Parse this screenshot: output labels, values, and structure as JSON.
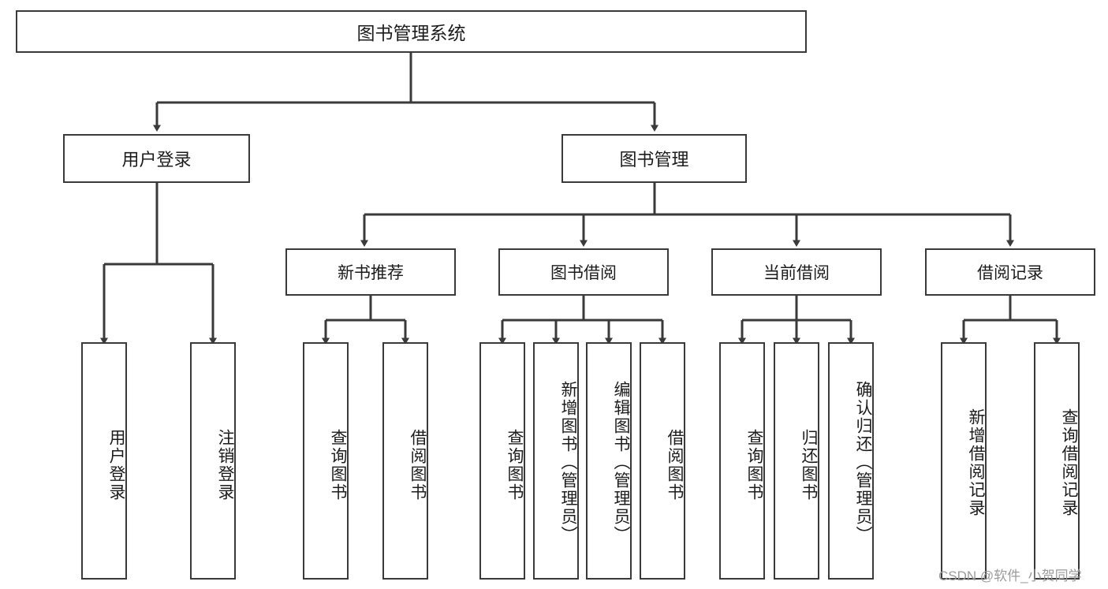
{
  "diagram": {
    "title": "图书管理系统",
    "type": "hierarchy-tree",
    "root": {
      "label": "图书管理系统"
    },
    "level2": [
      {
        "label": "用户登录"
      },
      {
        "label": "图书管理"
      }
    ],
    "level3": [
      {
        "label": "新书推荐"
      },
      {
        "label": "图书借阅"
      },
      {
        "label": "当前借阅"
      },
      {
        "label": "借阅记录"
      }
    ],
    "leaves": [
      {
        "label": "用户登录"
      },
      {
        "label": "注销登录"
      },
      {
        "label": "查询图书"
      },
      {
        "label": "借阅图书"
      },
      {
        "label": "查询图书"
      },
      {
        "label": "新增图书（管理员）"
      },
      {
        "label": "编辑图书（管理员）"
      },
      {
        "label": "借阅图书"
      },
      {
        "label": "查询图书"
      },
      {
        "label": "归还图书"
      },
      {
        "label": "确认归还（管理员）"
      },
      {
        "label": "新增借阅记录"
      },
      {
        "label": "查询借阅记录"
      }
    ]
  },
  "watermark": {
    "text": "CSDN @软件_小贺同学"
  },
  "colors": {
    "stroke": "#3a3a3a",
    "background": "#ffffff",
    "text": "#1c1c1c",
    "watermark": "#9b9b9b"
  }
}
